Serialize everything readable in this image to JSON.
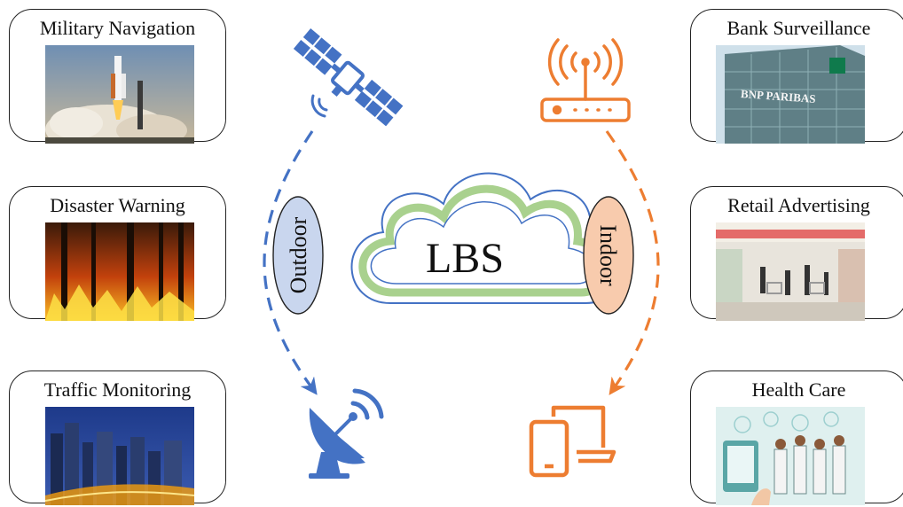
{
  "center": {
    "label": "LBS"
  },
  "outdoor": {
    "label": "Outdoor",
    "color": "#4472c4",
    "fill": "#c9d6ee"
  },
  "indoor": {
    "label": "Indoor",
    "color": "#ed7d31",
    "fill": "#f8cbad"
  },
  "cloud": {
    "stroke": "#4472c4",
    "ring": "#a9d18e"
  },
  "applications": {
    "left": [
      {
        "title": "Military Navigation",
        "image": "rocket-launch-photo"
      },
      {
        "title": "Disaster Warning",
        "image": "forest-fire-photo"
      },
      {
        "title": "Traffic Monitoring",
        "image": "city-night-photo"
      }
    ],
    "right": [
      {
        "title": "Bank Surveillance",
        "image": "bank-building-photo",
        "sign_text": "BNP PARIBAS"
      },
      {
        "title": "Retail Advertising",
        "image": "supermarket-photo"
      },
      {
        "title": "Health Care",
        "image": "doctors-illustration"
      }
    ]
  },
  "icons": {
    "satellite": "satellite-icon",
    "router": "wifi-router-icon",
    "dish": "satellite-dish-icon",
    "devices": "tablet-laptop-icon"
  }
}
